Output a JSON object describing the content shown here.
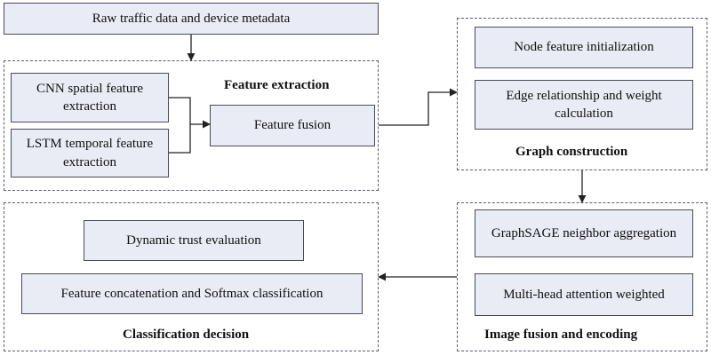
{
  "nodes": {
    "raw_data": "Raw traffic data and device metadata",
    "cnn": "CNN spatial feature extraction",
    "lstm": "LSTM temporal feature extraction",
    "fusion": "Feature fusion",
    "node_init": "Node feature initialization",
    "edge_calc": "Edge relationship and weight calculation",
    "graphsage": "GraphSAGE neighbor aggregation",
    "attention": "Multi-head attention weighted",
    "trust": "Dynamic trust evaluation",
    "softmax": "Feature concatenation and Softmax classification"
  },
  "groups": {
    "feature_extraction": "Feature extraction",
    "graph_construction": "Graph construction",
    "image_fusion": "Image fusion and encoding",
    "classification": "Classification decision"
  },
  "colors": {
    "node_fill": "#e9ebf5",
    "node_border": "#4b4b58",
    "group_border": "#5c5c70",
    "arrow": "#222222"
  }
}
